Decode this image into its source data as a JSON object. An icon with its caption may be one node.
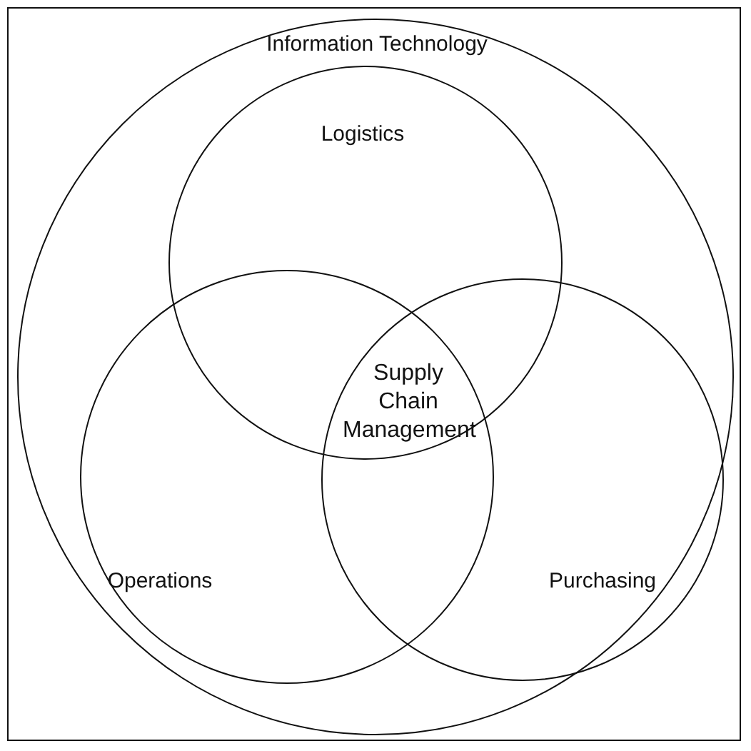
{
  "diagram": {
    "nodes": [
      {
        "text": [
          "Information Technology"
        ]
      },
      {
        "text": [
          "Logistics"
        ],
        "in": 0
      },
      {
        "text": [
          "Operations"
        ],
        "in": 0
      },
      {
        "text": [
          "Purchasing"
        ],
        "in": 0
      }
    ],
    "labels": [
      "Supply Chain Management"
    ]
  }
}
